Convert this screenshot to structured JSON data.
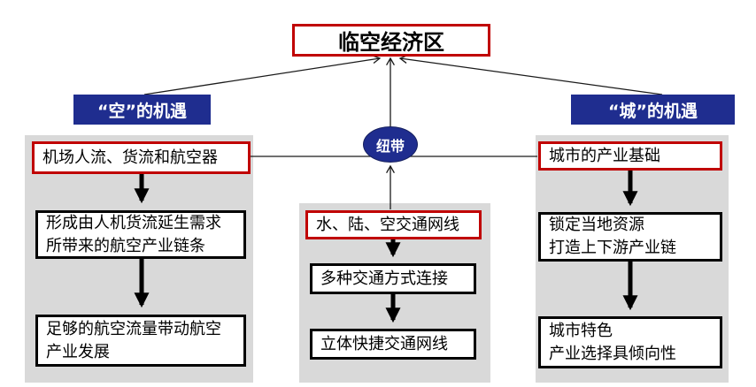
{
  "diagram": {
    "title": "临空经济区",
    "hub": "纽带",
    "colors": {
      "accent_red": "#c00000",
      "accent_blue": "#1f2d8f",
      "column_gray": "#d9d9d9",
      "box_border_black": "#000000",
      "text_black": "#000000",
      "text_white": "#ffffff"
    },
    "left_column": {
      "header": "“空”的机遇",
      "box1": "机场人流、货流和航空器",
      "box2": "形成由人机货流延生需求\n所带来的航空产业链条",
      "box3": "足够的航空流量带动航空\n产业发展"
    },
    "middle_column": {
      "box1": "水、陆、空交通网线",
      "box2": "多种交通方式连接",
      "box3": "立体快捷交通网线"
    },
    "right_column": {
      "header": "“城”的机遇",
      "box1": "城市的产业基础",
      "box2": "锁定当地资源\n打造上下游产业链",
      "box3": "城市特色\n产业选择具倾向性"
    }
  }
}
